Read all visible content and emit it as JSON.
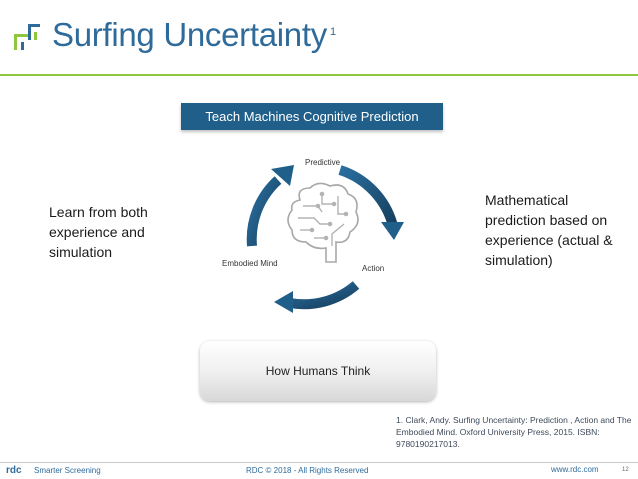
{
  "slide": {
    "title": "Surfing Uncertainty",
    "title_sup": "1"
  },
  "diagram": {
    "top_box": "Teach Machines Cognitive Prediction",
    "cycle_labels": {
      "predictive": "Predictive",
      "action": "Action",
      "embodied": "Embodied Mind"
    },
    "center_icon": "brain-circuit-icon",
    "bottom_box": "How Humans Think"
  },
  "left_text": "Learn from both experience and simulation",
  "right_text": "Mathematical prediction based on experience (actual & simulation)",
  "footnote": "1. Clark, Andy. Surfing Uncertainty: Prediction , Action and The Embodied Mind. Oxford University Press, 2015. ISBN: 9780190217013.",
  "footer": {
    "logo_text": "rdc",
    "tagline": "Smarter Screening",
    "copyright": "RDC © 2018 -  All Rights Reserved",
    "url": "www.rdc.com",
    "page": "12"
  },
  "colors": {
    "title": "#2e6b9b",
    "accent_green": "#8dc63f",
    "box_blue": "#1f5f8a",
    "arrow_blue": "#1f5f8a"
  }
}
